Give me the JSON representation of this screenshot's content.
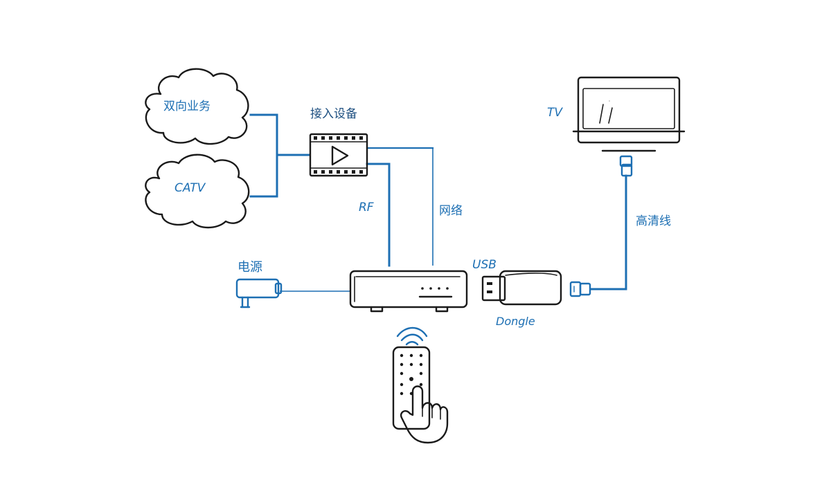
{
  "labels": {
    "cloud_bidirectional": "双向业务",
    "cloud_catv": "CATV",
    "access_device": "接入设备",
    "rf": "RF",
    "network": "网络",
    "power": "电源",
    "usb": "USB",
    "dongle": "Dongle",
    "tv": "TV",
    "hdmi_cable": "高清线"
  },
  "colors": {
    "wire": "#1d6fb3",
    "ink": "#1a1a1a",
    "device_fill": "#f2f2f2"
  },
  "icons": [
    "cloud",
    "video-player-icon",
    "set-top-box",
    "power-adapter",
    "usb-dongle",
    "tv-monitor",
    "remote-control",
    "hand-pointer-icon",
    "wifi-signal-icon",
    "hdmi-plug"
  ]
}
